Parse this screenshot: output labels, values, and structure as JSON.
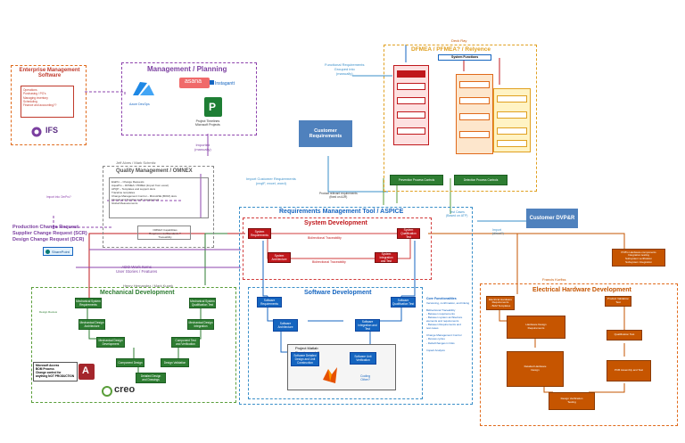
{
  "erp": {
    "title": "Enterprise Management Software",
    "items": "Operations\nPurchasing / PO's\nManaging inventory\nScheduling\nFinance and accounting??",
    "logo": "IFS"
  },
  "planning": {
    "title": "Management / Planning",
    "asana": "asana",
    "instagantt": "Instagantt",
    "azure": "Azure DevOps",
    "project": "Project Timelines\nMicrosoft Projects",
    "imported": "Imported\n(manually)"
  },
  "quality": {
    "title": "Quality Management / OMNEX",
    "owners": "Jeff Alves / Mark Schmitz",
    "items": "EtaPro – Change Requests\nAquaPro – DFMEA / PFMEA (Import from excel)\nAPQP – Templates and support docs\nTraceline templates\nChange Management Control – MicroHSE (BOM) docs\nInternal and Supplier audit management\nGlobal Measurements",
    "sub": "OMNEX Capabilities\nRequirements/Standards ?\nTraceability"
  },
  "change": {
    "lines": "Production Change Request\nSupplier Change Request (SCR)\nDesign Change Request (DCR)",
    "sharepoint": "SharePoint",
    "import_note": "Import into OmPro?"
  },
  "ado_note": "ADO Work Items\nUser Stories / Features",
  "dfmea": {
    "owner": "Deck Ray",
    "title": "DFMEA / PFMEA? / Relyence",
    "sys_func": "System Functions",
    "prevention": "Prevention Process Controls",
    "detection": "Detection Process Controls"
  },
  "customer_req": {
    "label": "Customer\nRequirements",
    "functional_note": "Functional Requirements\nGrouped into\n(manually)",
    "import_note": "Import Customer Requirements\n(reqIF, excel, word)",
    "product_note": "Product relevant requirements\n(fixed on AJR)"
  },
  "customer_dvp": {
    "label": "Customer DVP&R",
    "test_cases": "Test Cases\n(Based on ATP)",
    "import": "Import\n(direct?)"
  },
  "rm_tool": {
    "title": "Requirements Management Tool / ASPICE"
  },
  "sysdev": {
    "title": "System Development",
    "sys_req": "System\nRequirements",
    "sys_arch": "System\nArchitecture",
    "sys_qual": "System\nQualification Test",
    "sys_int": "System Integration\nand Test",
    "bi_trace": "Bidirectional Traceability"
  },
  "core": {
    "title": "Core Functionalities",
    "items": "Versioning, confirmation, and linking\n\nBidirectional Traceability\n- Between requirements\n- Between system architecture\nelements and requirements\n- Between Requirements and\ntest cases\n\nChange Management Control\n- Review cycles\n- Delta/Changes in links\n\nImpact Analysis"
  },
  "mech": {
    "title": "Mechanical Development",
    "owners": "Henry Hernandez / Mark Kupek",
    "design_review": "Design Review",
    "items": [
      "Mechanical System\nRequirements",
      "Mechanical System\nQualification Test",
      "Mechanical Design\nArchitecture",
      "Mechanical Design\nIntegration",
      "Mechanical Design\nDevelopment",
      "Component Test\nand Verification",
      "Component Design",
      "Design Validation",
      "Detailed Design\nand Drawings"
    ],
    "asana_note": "Microsoft Access\nBOM Process\nChange control for\nanything NOT PRODUCTION",
    "creo": "creo"
  },
  "sw": {
    "title": "Software Development",
    "sw_req": "Software\nRequirements",
    "sw_qual": "Software\nQualification Test",
    "sw_arch": "Software\nArchitecture",
    "sw_int": "Software\nIntegration and\nTest",
    "sw_design": "Software Detailed\nDesign and Unit\nConstruction",
    "sw_unit": "Software Unit\nVerification",
    "project_matlab": "Project Matlab\nRequirements?",
    "coding": "Coding\nOther?"
  },
  "elec": {
    "title": "Electrical Hardware Development",
    "owner": "Francis Kurfiss",
    "items": [
      "Electrical Hardware\nRequirements\n- BoM Templates",
      "Product Validation\nTest",
      "Hardware Design\nRequirements",
      "Qualification Test",
      "Detailed Hardware\nDesign",
      "PCB Assembly and Test",
      "Design Verification\nTesting"
    ],
    "pcb_note": "PCB's Hardware components\nIntegration testing\nSubsystem verification\nSubsystem Integration"
  }
}
